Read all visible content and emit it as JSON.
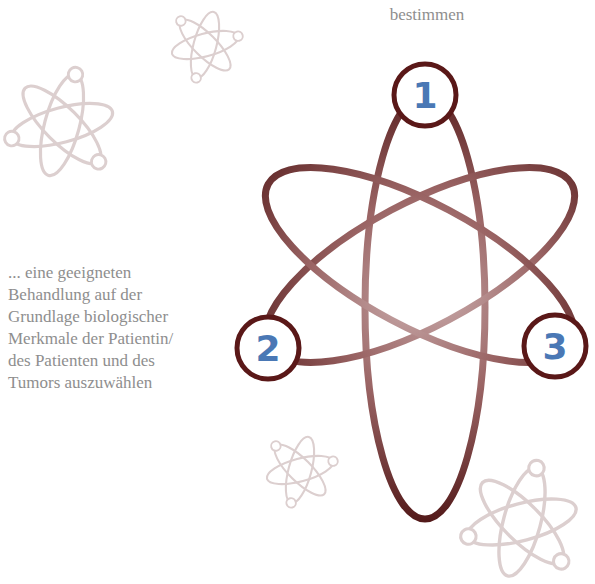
{
  "diagram": {
    "nodes": [
      {
        "text": [
          "1"
        ]
      },
      {
        "text": [
          "2"
        ]
      },
      {
        "text": [
          "3"
        ]
      }
    ],
    "labels": [
      "bestimmen",
      "... eine geeigneten Behandlung auf der Grundlage biologischer Merkmale der Patientin/ des Patienten und des Tumors auszuwählen"
    ]
  }
}
